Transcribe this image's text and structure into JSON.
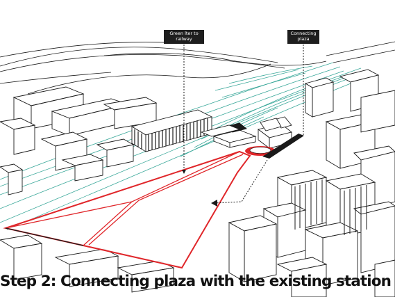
{
  "labels": {
    "green_filter": {
      "lines": [
        "Green  lter to",
        "railway"
      ]
    },
    "connecting_plaza": {
      "lines": [
        "Connecting",
        "plaza"
      ]
    }
  },
  "caption": "Step 2: Connecting plaza with the existing station",
  "colors": {
    "site_boundary": "#e0262a",
    "rail_tracks": "#3aa89a",
    "buildings_outline": "#1a1a1a",
    "label_background": "#1e1e1e"
  },
  "icons": {
    "direction_arrow": "arrowhead-left-icon"
  }
}
